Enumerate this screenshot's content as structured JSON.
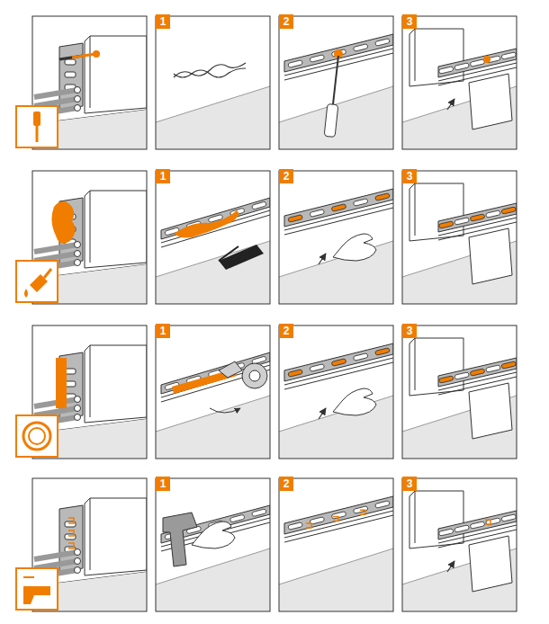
{
  "diagram": {
    "labels": [
      "1",
      "2",
      "3",
      "1",
      "2",
      "3",
      "1",
      "2",
      "3",
      "1",
      "2",
      "3"
    ]
  }
}
